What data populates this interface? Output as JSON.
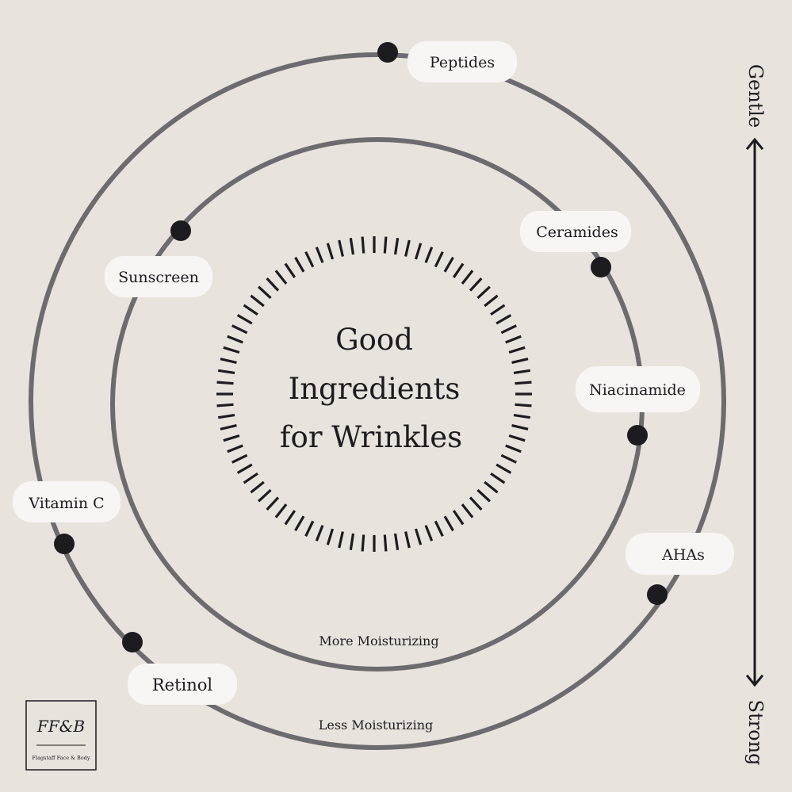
{
  "title": {
    "line1": "Good",
    "line2": "Ingredients",
    "line3": "for Wrinkles"
  },
  "rings": {
    "inner_label": "More Moisturizing",
    "outer_label": "Less Moisturizing"
  },
  "scale": {
    "top_label": "Gentle",
    "bottom_label": "Strong"
  },
  "ingredients": [
    {
      "name": "Peptides",
      "ring": "outer"
    },
    {
      "name": "Ceramides",
      "ring": "inner"
    },
    {
      "name": "Sunscreen",
      "ring": "inner"
    },
    {
      "name": "Niacinamide",
      "ring": "inner"
    },
    {
      "name": "Vitamin C",
      "ring": "outer"
    },
    {
      "name": "AHAs",
      "ring": "outer"
    },
    {
      "name": "Retinol",
      "ring": "outer"
    }
  ],
  "logo": {
    "mark": "FF&B",
    "caption": "Flagstaff Face & Body"
  },
  "colors": {
    "background": "#e9e3dd",
    "ring": "#6c6b70",
    "dot": "#1c1b20",
    "label_pill": "#f7f6f4",
    "text": "#1c1b20"
  }
}
